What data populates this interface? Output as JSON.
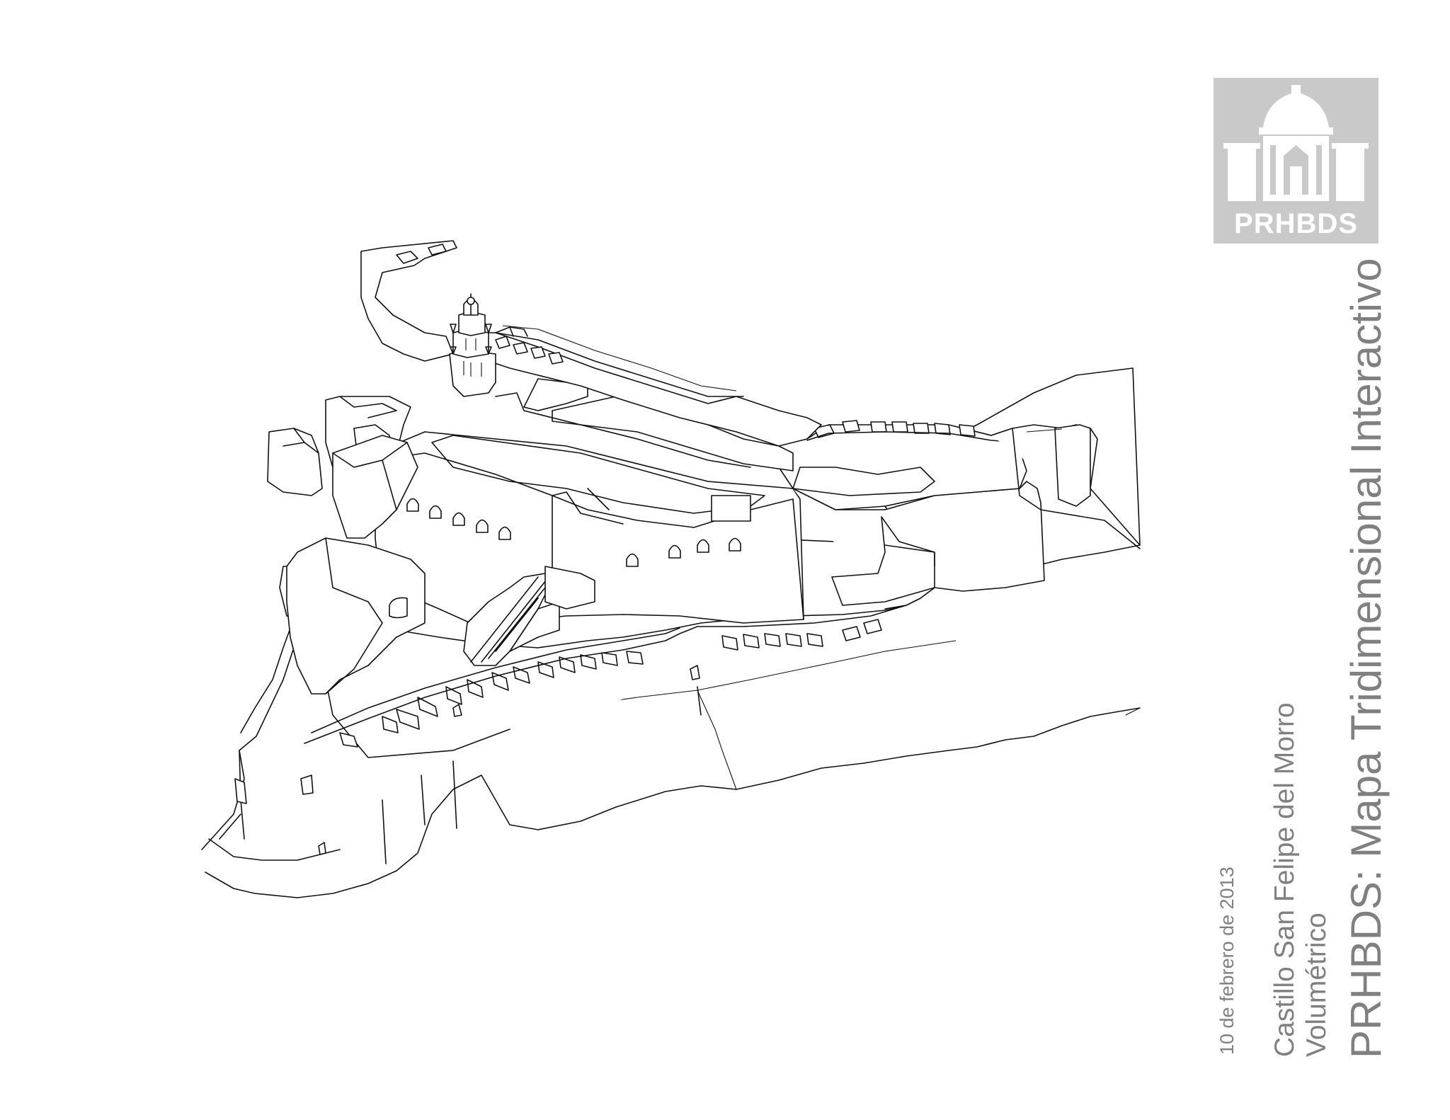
{
  "document": {
    "main_title": "PRHBDS: Mapa Tridimensional Interactivo",
    "subtitle_name": "Castillo San Felipe del Morro",
    "subtitle_type": "Volumétrico",
    "date": "10 de febrero de 2013"
  },
  "logo": {
    "text": "PRHBDS",
    "icon": "capitol-building-icon",
    "background_color": "#c9c9c9",
    "foreground_color": "#ffffff"
  },
  "colors": {
    "line": "#111111",
    "caption_text": "#808080",
    "background": "#ffffff"
  }
}
